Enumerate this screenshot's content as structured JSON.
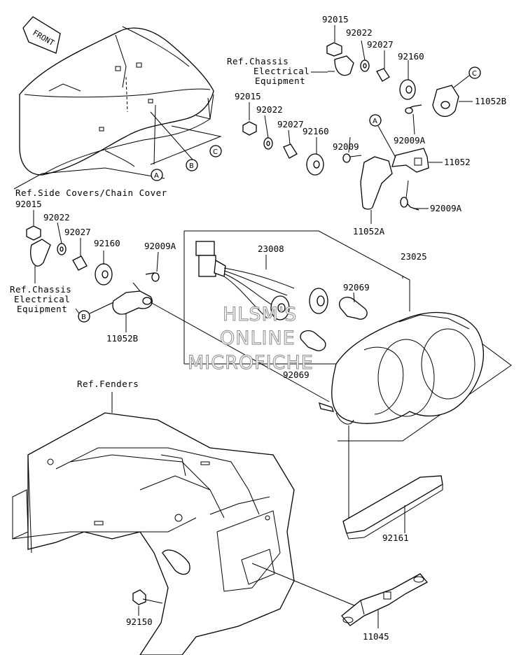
{
  "front_label": "FRONT",
  "references": {
    "chassis_electrical_top": [
      "Ref.Chassis",
      "Electrical",
      "Equipment"
    ],
    "side_covers": "Ref.Side Covers/Chain Cover",
    "chassis_electrical_left": [
      "Ref.Chassis",
      "Electrical",
      "Equipment"
    ],
    "fenders": "Ref.Fenders"
  },
  "callout_letters": {
    "a": "A",
    "b": "B",
    "c": "C"
  },
  "part_numbers": {
    "p92015": "92015",
    "p92022": "92022",
    "p92027": "92027",
    "p92160": "92160",
    "p11052B": "11052B",
    "p92009A": "92009A",
    "p92009": "92009",
    "p11052": "11052",
    "p11052A": "11052A",
    "p23008": "23008",
    "p23025": "23025",
    "p92069": "92069",
    "p92161": "92161",
    "p92150": "92150",
    "p11045": "11045"
  },
  "watermark": [
    "HLSM'S",
    "ONLINE",
    "MICROFICHE"
  ]
}
